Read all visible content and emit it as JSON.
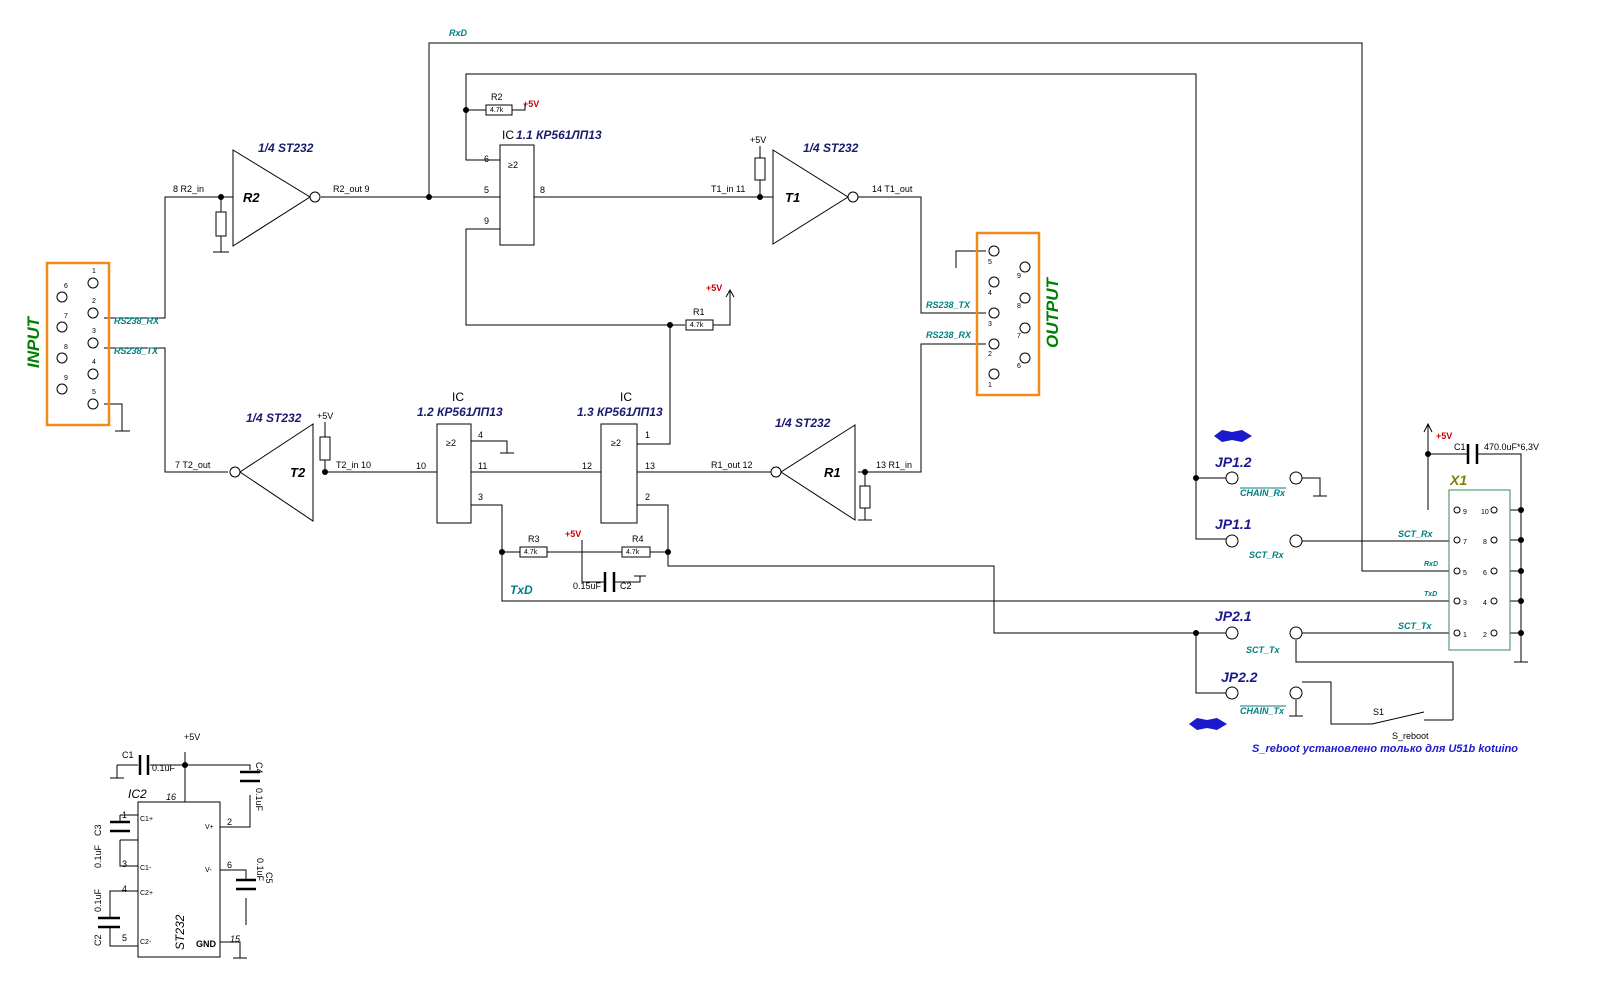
{
  "labels": {
    "rxd_top": "RxD",
    "txd_bottom": "TxD",
    "quarter_st232": "1/4 ST232",
    "r2_gate": "R2",
    "t1_gate": "T1",
    "t2_gate": "T2",
    "r1_gate": "R1",
    "ic11_prefix": "IC",
    "ic11_suffix": "1.1  КР561ЛП13",
    "ic12_prefix": "IC",
    "ic12_suffix": "1.2  КР561ЛП13",
    "ic13_prefix": "IC",
    "ic13_suffix": "1.3  КР561ЛП13",
    "gate_sym": "≥2",
    "r2_in": "8   R2_in",
    "r2_out": "R2_out   9",
    "t1_in": "T1_in   11",
    "t1_out": "14   T1_out",
    "t2_out": "7   T2_out",
    "t2_in": "T2_in   10",
    "r1_out": "R1_out   12",
    "r1_in": "13   R1_in",
    "rs238_rx": "RS238_RX",
    "rs238_tx": "RS238_TX",
    "plus5v": "+5V",
    "r_top": "R2",
    "r_mid": "R1",
    "r3": "R3",
    "r4": "R4",
    "c2": "C2",
    "c2_val": "0.15uF",
    "r_val": "4.7k",
    "input": "INPUT",
    "output": "OUTPUT",
    "x1": "X1",
    "c1_x": "C1",
    "c1_x_val": "470.0uF*6,3V",
    "jp12": "JP1.2",
    "jp11": "JP1.1",
    "jp21": "JP2.1",
    "jp22": "JP2.2",
    "chain_rx": "CHAIN_Rx",
    "sct_rx_j": "SCT_Rx",
    "sct_tx_j": "SCT_Tx",
    "chain_tx": "CHAIN_Tx",
    "sct_rx": "SCT_Rx",
    "rxd_x1": "RxD",
    "txd_x1": "TxD",
    "sct_tx": "SCT_Tx",
    "s1": "S1",
    "s_reboot": "S_reboot",
    "note": "S_reboot установлено только для U51b kotuino",
    "ic2": "IC2",
    "st232": "ST232",
    "gnd": "GND",
    "c1": "C1",
    "c3": "C3",
    "c4": "C4",
    "c5": "C5",
    "c2b": "C2",
    "cap_01": "0.1uF",
    "c1p": "C1+",
    "c1m": "C1-",
    "c2p": "C2+",
    "c2m": "C2-",
    "cv": "V+",
    "cvm": "V-"
  },
  "pins": {
    "p1": "1",
    "p2": "2",
    "p3": "3",
    "p4": "4",
    "p5": "5",
    "p6": "6",
    "p7": "7",
    "p8": "8",
    "p9": "9",
    "p10": "10",
    "p11": "11",
    "p12": "12",
    "p13": "13",
    "p15": "15",
    "p16": "16"
  },
  "colors": {
    "connector_frame": "#f08a1a",
    "teal": "#008080",
    "navy": "#1a1a8c",
    "red": "#cc0000",
    "green": "#008000",
    "blue_marker": "#1a1acc"
  }
}
